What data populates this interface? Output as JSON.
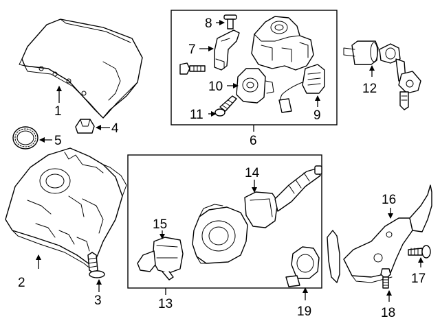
{
  "callouts": {
    "p1": "1",
    "p2": "2",
    "p3": "3",
    "p4": "4",
    "p5": "5",
    "p6": "6",
    "p7": "7",
    "p8": "8",
    "p9": "9",
    "p10": "10",
    "p11": "11",
    "p12": "12",
    "p13": "13",
    "p14": "14",
    "p15": "15",
    "p16": "16",
    "p17": "17",
    "p18": "18",
    "p19": "19"
  }
}
